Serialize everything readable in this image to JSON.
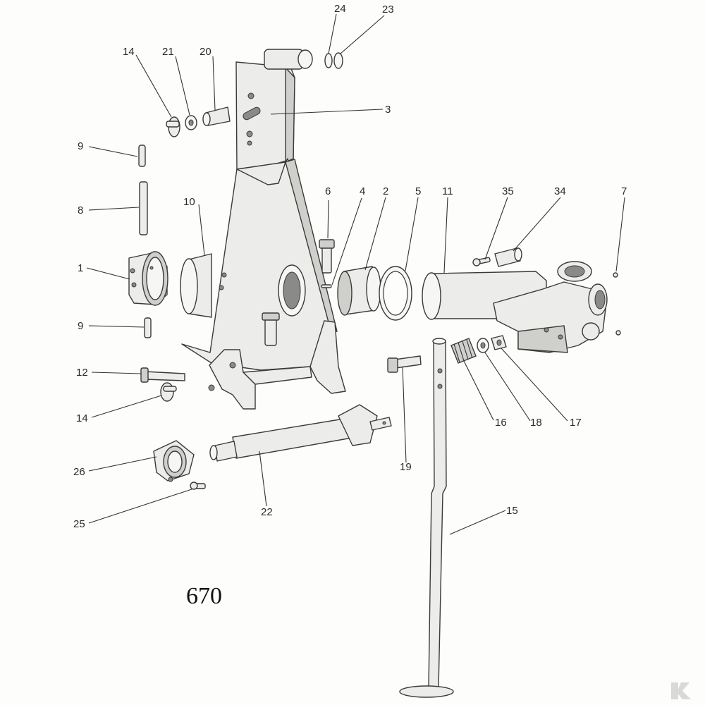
{
  "diagram": {
    "caption": "670",
    "callouts": [
      {
        "id": "c24a",
        "text": "24"
      },
      {
        "id": "c23",
        "text": "23"
      },
      {
        "id": "c14a",
        "text": "14"
      },
      {
        "id": "c21",
        "text": "21"
      },
      {
        "id": "c20",
        "text": "20"
      },
      {
        "id": "c3",
        "text": "3"
      },
      {
        "id": "c9a",
        "text": "9"
      },
      {
        "id": "c8",
        "text": "8"
      },
      {
        "id": "c10",
        "text": "10"
      },
      {
        "id": "c6",
        "text": "6"
      },
      {
        "id": "c4",
        "text": "4"
      },
      {
        "id": "c2",
        "text": "2"
      },
      {
        "id": "c5",
        "text": "5"
      },
      {
        "id": "c11",
        "text": "11"
      },
      {
        "id": "c35",
        "text": "35"
      },
      {
        "id": "c34",
        "text": "34"
      },
      {
        "id": "c7",
        "text": "7"
      },
      {
        "id": "c1",
        "text": "1"
      },
      {
        "id": "c9b",
        "text": "9"
      },
      {
        "id": "c12",
        "text": "12"
      },
      {
        "id": "c14b",
        "text": "14"
      },
      {
        "id": "c16",
        "text": "16"
      },
      {
        "id": "c18",
        "text": "18"
      },
      {
        "id": "c17",
        "text": "17"
      },
      {
        "id": "c19",
        "text": "19"
      },
      {
        "id": "c26",
        "text": "26"
      },
      {
        "id": "c22",
        "text": "22"
      },
      {
        "id": "c25",
        "text": "25"
      },
      {
        "id": "c15",
        "text": "15"
      }
    ]
  },
  "colors": {
    "line": "#3a3a3a",
    "fill": "#ececea",
    "shade": "#cfcfcc"
  }
}
